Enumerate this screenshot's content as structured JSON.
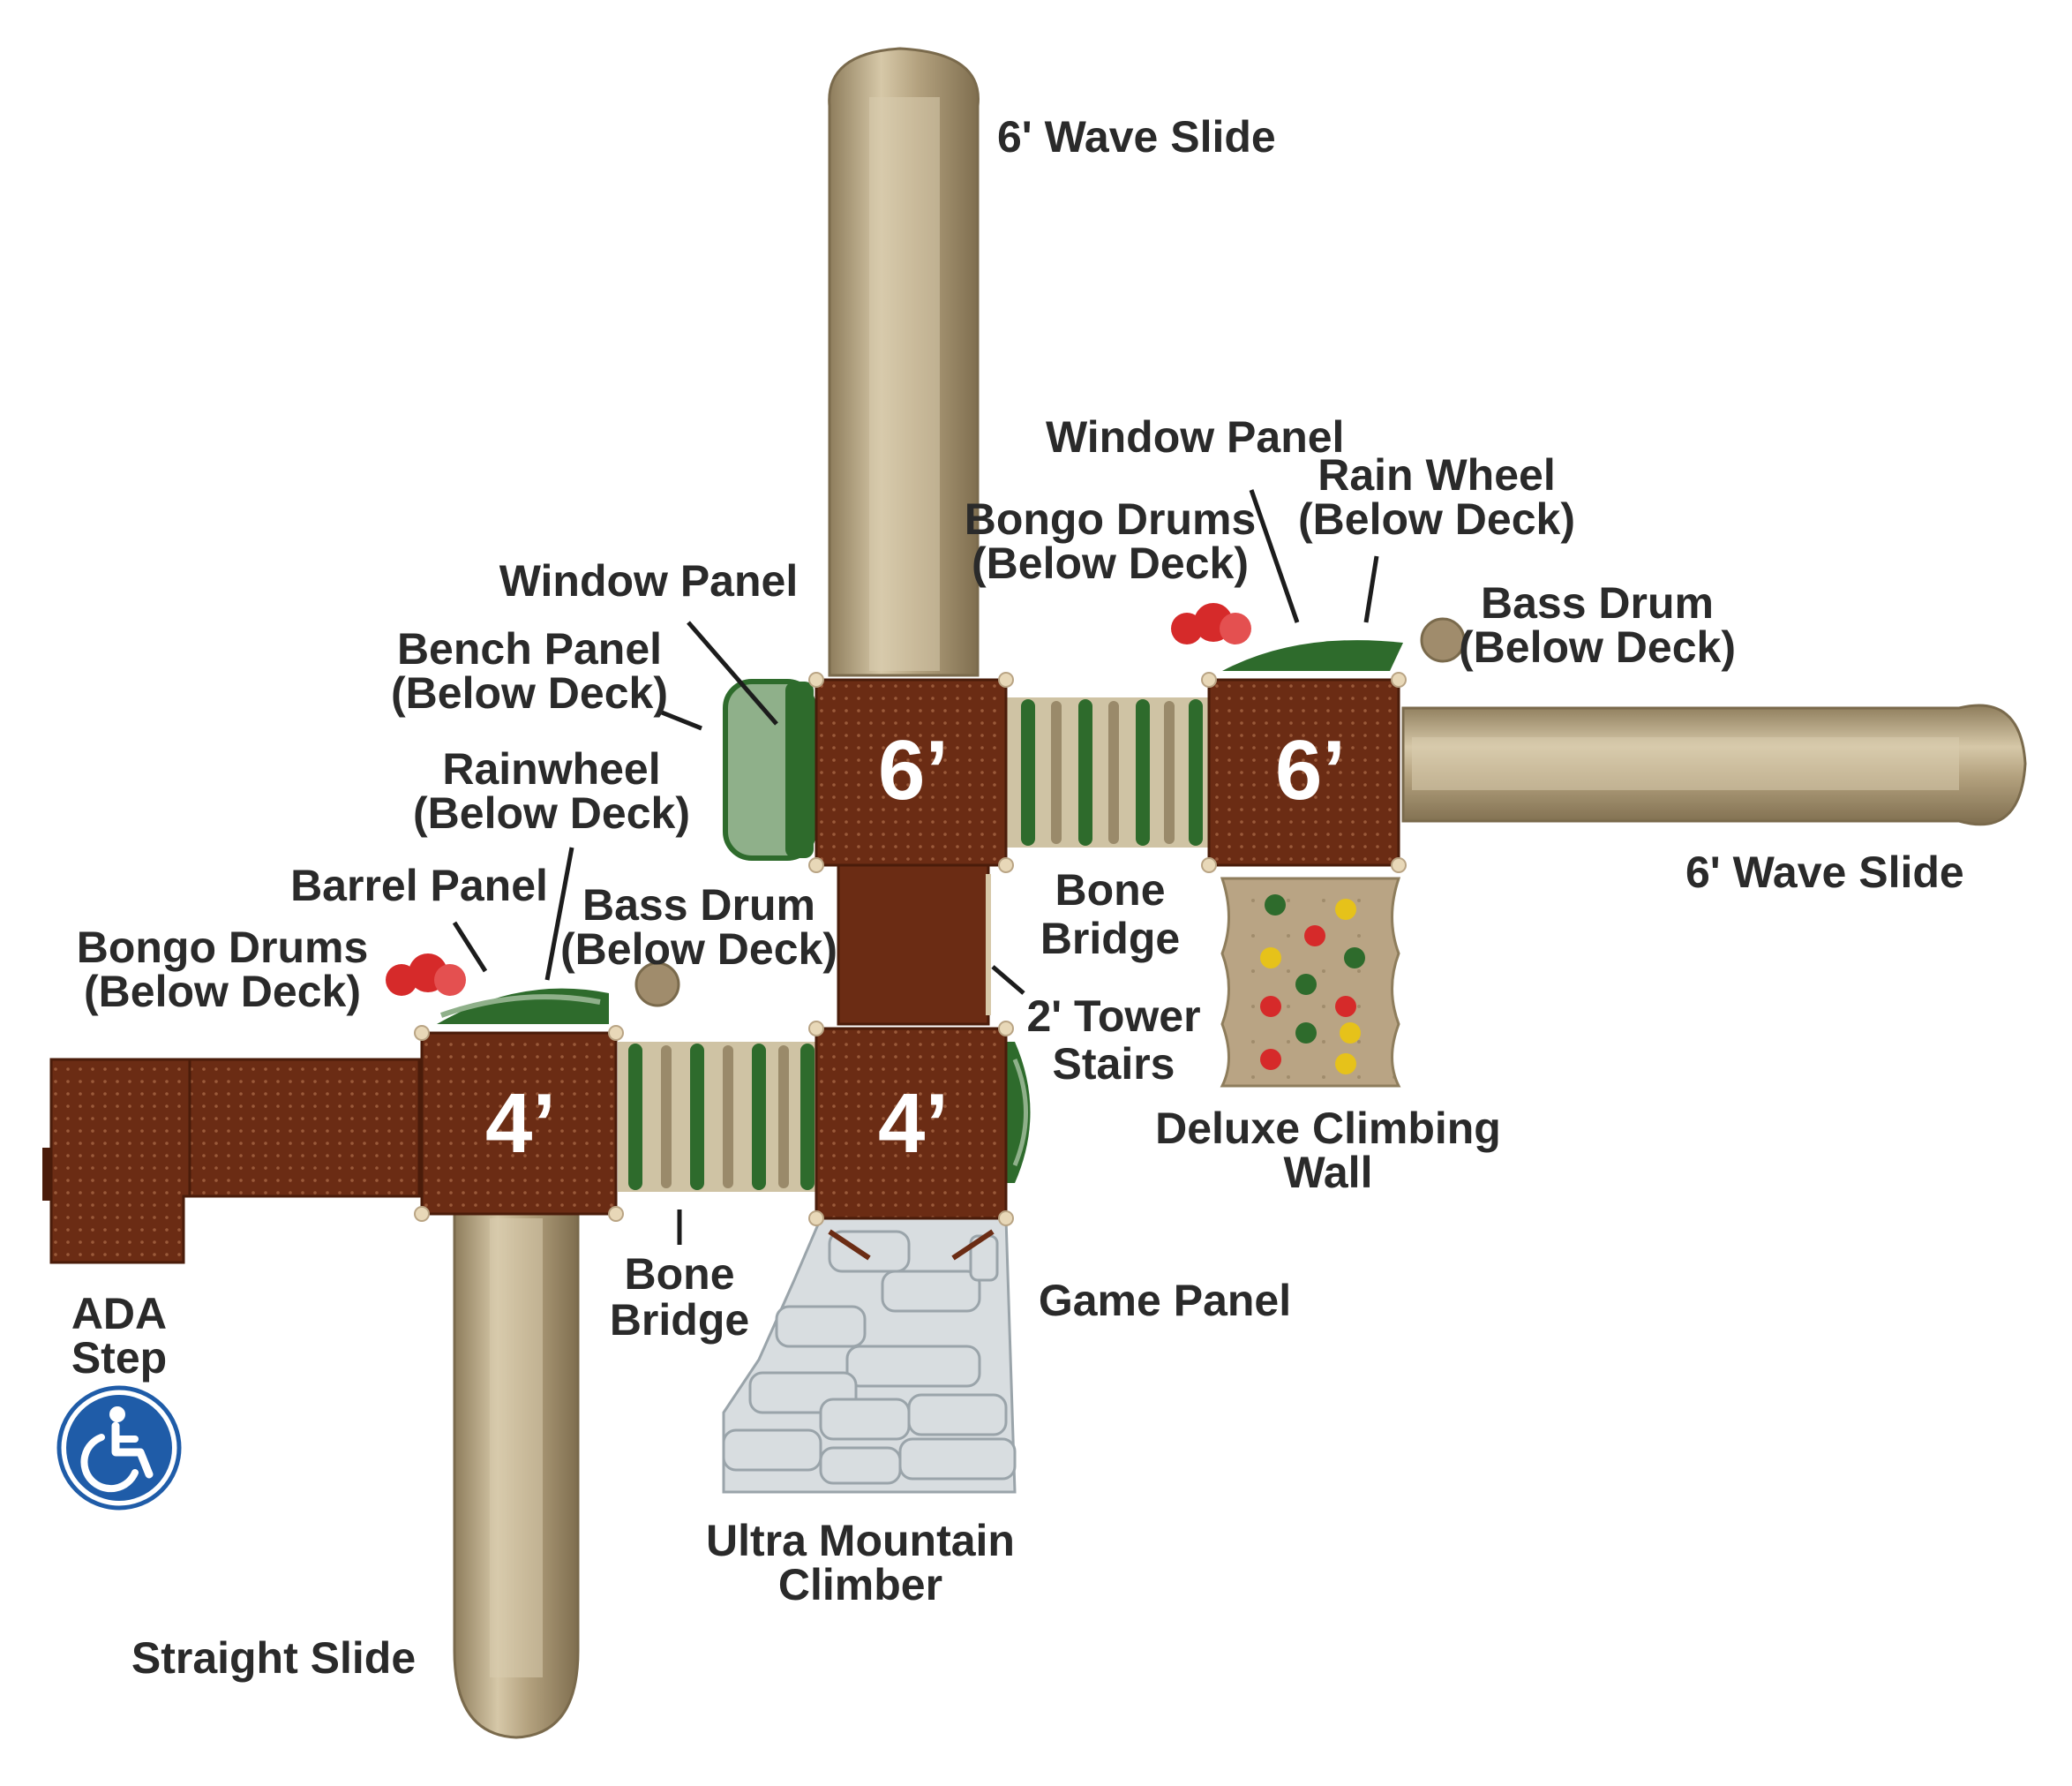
{
  "colors": {
    "deck": "#6b2c14",
    "deck_dot": "#8c4a2c",
    "slide": "#b3a17e",
    "slide_hi": "#d6c8a8",
    "slide_dark": "#8e7d5c",
    "green": "#2e6b2c",
    "green_light": "#8fb08a",
    "climber": "#d8dde0",
    "wall": "#b9a484",
    "red": "#d62a2a",
    "yellow": "#e6c21a",
    "ada_blue": "#1f5ca8"
  },
  "decks": [
    {
      "id": "deck-6-left",
      "height_label": "6’"
    },
    {
      "id": "deck-6-right",
      "height_label": "6’"
    },
    {
      "id": "deck-4-left",
      "height_label": "4’"
    },
    {
      "id": "deck-4-right",
      "height_label": "4’"
    }
  ],
  "labels": {
    "wave_slide_top": "6' Wave Slide",
    "wave_slide_right": "6' Wave Slide",
    "window_panel_right": "Window Panel",
    "rain_wheel": [
      "Rain Wheel",
      "(Below Deck)"
    ],
    "bongo_drums_upper": [
      "Bongo Drums",
      "(Below Deck)"
    ],
    "bass_drum_right": [
      "Bass Drum",
      "(Below Deck)"
    ],
    "window_panel_left": "Window Panel",
    "bench_panel": [
      "Bench Panel",
      "(Below Deck)"
    ],
    "rainwheel_left": [
      "Rainwheel",
      "(Below Deck)"
    ],
    "barrel_panel": "Barrel Panel",
    "bass_drum_left": [
      "Bass Drum",
      "(Below Deck)"
    ],
    "bongo_drums_left": [
      "Bongo Drums",
      "(Below Deck)"
    ],
    "bone_bridge_upper": [
      "Bone",
      "Bridge"
    ],
    "tower_stairs": [
      "2' Tower",
      "Stairs"
    ],
    "climbing_wall": [
      "Deluxe Climbing",
      "Wall"
    ],
    "game_panel": "Game Panel",
    "bone_bridge_lower": [
      "Bone",
      "Bridge"
    ],
    "ada_step": [
      "ADA",
      "Step"
    ],
    "ultra_climber": [
      "Ultra Mountain",
      "Climber"
    ],
    "straight_slide": "Straight Slide"
  },
  "icons": {
    "ada": "wheelchair-icon"
  }
}
